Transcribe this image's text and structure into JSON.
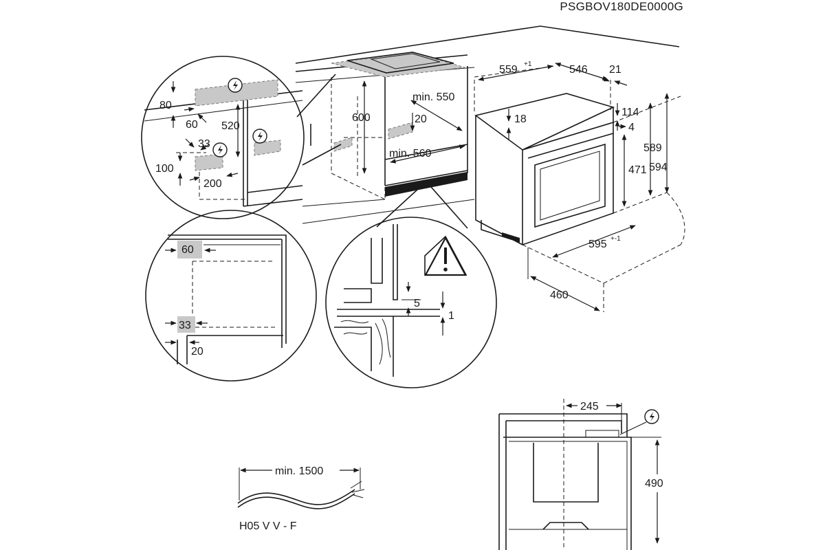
{
  "document": {
    "code": "PSGBOV180DE0000G"
  },
  "dimensions": {
    "d559": "559",
    "d559_tol": "+1",
    "d546": "546",
    "d21": "21",
    "d114": "114",
    "d4": "4",
    "d18": "18",
    "d589": "589",
    "d594": "594",
    "d471": "471",
    "d595": "595",
    "d595_tol": "+-1",
    "d460": "460",
    "d600": "600",
    "min550": "min. 550",
    "d20_cab": "20",
    "min560": "min. 560",
    "d80": "80",
    "d60_top": "60",
    "d520": "520",
    "d33_top": "33",
    "d100": "100",
    "d200": "200",
    "d60_side": "60",
    "d33_side": "33",
    "d20_side": "20",
    "d5": "5",
    "d1": "1",
    "d245": "245",
    "d490": "490",
    "min1500": "min. 1500",
    "cable_type": "H05 V V - F"
  },
  "icons": {
    "electric": "electric-hazard-icon",
    "warning": "warning-triangle-icon"
  }
}
